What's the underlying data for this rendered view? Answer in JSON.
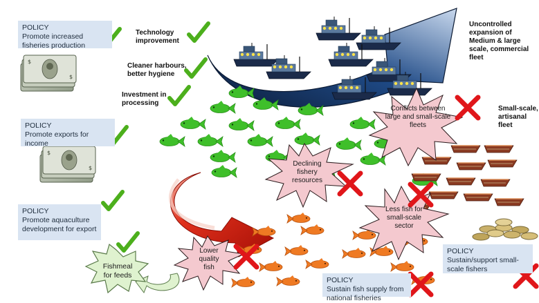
{
  "policies": {
    "increase": {
      "title": "POLICY",
      "text": "Promote increased fisheries production"
    },
    "exports": {
      "title": "POLICY",
      "text": "Promote exports for income"
    },
    "aquaculture": {
      "title": "POLICY",
      "text": "Promote aquaculture development for export"
    },
    "small_scale": {
      "title": "POLICY",
      "text": "Sustain/support small-scale fishers"
    },
    "national": {
      "title": "POLICY",
      "text": "Sustain fish supply from national fisheries"
    }
  },
  "benefits": {
    "technology": "Technology improvement",
    "harbours": "Cleaner harbours, better hygiene",
    "processing": "Investment in processing"
  },
  "fleet_labels": {
    "commercial": "Uncontrolled expansion of Medium & large scale, commercial fleet",
    "artisanal": "Small-scale, artisanal fleet"
  },
  "impacts": {
    "conflicts": "Conflicts between large and small-scale fleets",
    "declining": "Declining fishery resources",
    "less_fish": "Less fish for small-scale sector",
    "lower_quality": "Lower quality fish"
  },
  "fishmeal": "Fishmeal for feeds",
  "colors": {
    "policy_bg": "#d9e4f2",
    "check": "#4caf1c",
    "cross": "#e0161a",
    "burst": "#f4c9cf",
    "green_fish": "#3fbf2a",
    "orange_fish": "#ef7a23",
    "commercial_arrow": "#1d3f73",
    "red_arrow": "#d41c10",
    "fishmeal_fill": "#dff2cf"
  }
}
